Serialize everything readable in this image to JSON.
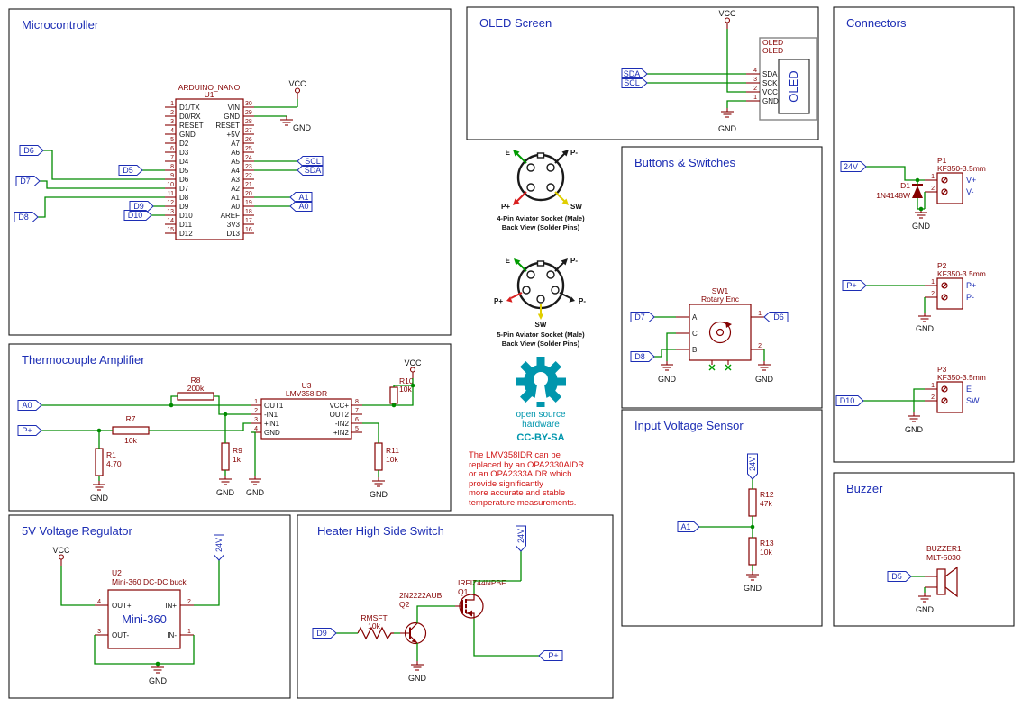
{
  "titles": {
    "microcontroller": "Microcontroller",
    "oled": "OLED Screen",
    "connectors": "Connectors",
    "buttons": "Buttons & Switches",
    "thermocouple": "Thermocouple Amplifier",
    "voltage_sensor": "Input Voltage Sensor",
    "regulator": "5V Voltage Regulator",
    "heater": "Heater High Side Switch",
    "buzzer": "Buzzer"
  },
  "nets": {
    "vcc": "VCC",
    "gnd": "GND",
    "v24": "24V",
    "pplus": "P+",
    "d5": "D5",
    "d6": "D6",
    "d7": "D7",
    "d8": "D8",
    "d9": "D9",
    "d10": "D10",
    "a0": "A0",
    "a1": "A1",
    "scl": "SCL",
    "sda": "SDA"
  },
  "mcu": {
    "value": "ARDUINO_NANO",
    "ref": "U1",
    "left_pins": [
      {
        "num": "1",
        "name": "D1/TX"
      },
      {
        "num": "2",
        "name": "D0/RX"
      },
      {
        "num": "3",
        "name": "RESET"
      },
      {
        "num": "4",
        "name": "GND"
      },
      {
        "num": "5",
        "name": "D2"
      },
      {
        "num": "6",
        "name": "D3"
      },
      {
        "num": "7",
        "name": "D4"
      },
      {
        "num": "8",
        "name": "D5"
      },
      {
        "num": "9",
        "name": "D6"
      },
      {
        "num": "10",
        "name": "D7"
      },
      {
        "num": "11",
        "name": "D8"
      },
      {
        "num": "12",
        "name": "D9"
      },
      {
        "num": "13",
        "name": "D10"
      },
      {
        "num": "14",
        "name": "D11"
      },
      {
        "num": "15",
        "name": "D12"
      }
    ],
    "right_pins": [
      {
        "num": "30",
        "name": "VIN"
      },
      {
        "num": "29",
        "name": "GND"
      },
      {
        "num": "28",
        "name": "RESET"
      },
      {
        "num": "27",
        "name": "+5V"
      },
      {
        "num": "26",
        "name": "A7"
      },
      {
        "num": "25",
        "name": "A6"
      },
      {
        "num": "24",
        "name": "A5"
      },
      {
        "num": "23",
        "name": "A4"
      },
      {
        "num": "22",
        "name": "A3"
      },
      {
        "num": "21",
        "name": "A2"
      },
      {
        "num": "20",
        "name": "A1"
      },
      {
        "num": "19",
        "name": "A0"
      },
      {
        "num": "18",
        "name": "AREF"
      },
      {
        "num": "17",
        "name": "3V3"
      },
      {
        "num": "16",
        "name": "D13"
      }
    ]
  },
  "oled": {
    "ref": "OLED",
    "value": "OLED",
    "screen": "OLED",
    "pins": [
      {
        "num": "4",
        "name": "SDA"
      },
      {
        "num": "3",
        "name": "SCK"
      },
      {
        "num": "2",
        "name": "VCC"
      },
      {
        "num": "1",
        "name": "GND"
      }
    ]
  },
  "thermo": {
    "ref": "U3",
    "value": "LMV358IDR",
    "left_pins": [
      {
        "num": "1",
        "name": "OUT1"
      },
      {
        "num": "2",
        "name": "-IN1"
      },
      {
        "num": "3",
        "name": "+IN1"
      },
      {
        "num": "4",
        "name": "GND"
      }
    ],
    "right_pins": [
      {
        "num": "8",
        "name": "VCC+"
      },
      {
        "num": "7",
        "name": "OUT2"
      },
      {
        "num": "6",
        "name": "-IN2"
      },
      {
        "num": "5",
        "name": "+IN2"
      }
    ],
    "r8": {
      "ref": "R8",
      "value": "200k"
    },
    "r7": {
      "ref": "R7",
      "value": "10k"
    },
    "r1": {
      "ref": "R1",
      "value": "4.70"
    },
    "r9": {
      "ref": "R9",
      "value": "1k"
    },
    "r10": {
      "ref": "R10",
      "value": "10k"
    },
    "r11": {
      "ref": "R11",
      "value": "10k"
    }
  },
  "regulator": {
    "ref": "U2",
    "value": "Mini-360 DC-DC buck",
    "display": "Mini-360",
    "left_pins": [
      {
        "num": "4",
        "name": "OUT+"
      },
      {
        "num": "3",
        "name": "OUT-"
      }
    ],
    "right_pins": [
      {
        "num": "2",
        "name": "IN+"
      },
      {
        "num": "1",
        "name": "IN-"
      }
    ]
  },
  "heater": {
    "q1": {
      "ref": "Q1",
      "value": "IRFIZ44NPBF"
    },
    "q2": {
      "ref": "Q2",
      "value": "2N2222AUB"
    },
    "r": {
      "ref": "RMSFT",
      "value": "10k"
    }
  },
  "buttons": {
    "sw": {
      "ref": "SW1",
      "value": "Rotary Enc"
    },
    "pins_left": [
      {
        "name": "A"
      },
      {
        "name": "C"
      },
      {
        "name": "B"
      }
    ],
    "pins_right": [
      {
        "num": "1"
      },
      {
        "num": "2"
      }
    ]
  },
  "sensor": {
    "r12": {
      "ref": "R12",
      "value": "47k"
    },
    "r13": {
      "ref": "R13",
      "value": "10k"
    }
  },
  "connectors": {
    "p1": {
      "ref": "P1",
      "value": "KF350-3.5mm",
      "pins": [
        {
          "num": "1"
        },
        {
          "num": "2"
        }
      ],
      "nets_right": [
        "V+",
        "V-"
      ]
    },
    "p2": {
      "ref": "P2",
      "value": "KF350-3.5mm",
      "pins": [
        {
          "num": "1"
        },
        {
          "num": "2"
        }
      ],
      "nets_right": [
        "P+",
        "P-"
      ]
    },
    "p3": {
      "ref": "P3",
      "value": "KF350-3.5mm",
      "pins": [
        {
          "num": "1"
        },
        {
          "num": "2"
        }
      ],
      "nets_right": [
        "E",
        "SW"
      ]
    },
    "d1": {
      "ref": "D1",
      "value": "1N4148W"
    }
  },
  "buzzer": {
    "ref": "BUZZER1",
    "value": "MLT-5030"
  },
  "aviator4": {
    "labels": {
      "e": "E",
      "pminus": "P-",
      "pplus": "P+",
      "sw": "SW"
    },
    "caption1": "4-Pin Aviator Socket (Male)",
    "caption2": "Back View (Solder Pins)"
  },
  "aviator5": {
    "labels": {
      "e": "E",
      "pminus_top": "P-",
      "pplus": "P+",
      "pminus_bot": "P-",
      "sw": "SW"
    },
    "caption1": "5-Pin Aviator Socket (Male)",
    "caption2": "Back View (Solder Pins)"
  },
  "oshw": {
    "line1": "open source",
    "line2": "hardware",
    "line3": "CC-BY-SA"
  },
  "note": {
    "lines": [
      "The LMV358IDR can be",
      "replaced by an OPA2330AIDR",
      "or an OPA2333AIDR which",
      "provide significantly",
      "more accurate and stable",
      "temperature measurements."
    ]
  },
  "colors": {
    "wire": "#008b00",
    "symbol": "#840000",
    "label_blue": "#1c2db4",
    "note_red": "#d01515",
    "oshw_teal": "#0096ad"
  }
}
